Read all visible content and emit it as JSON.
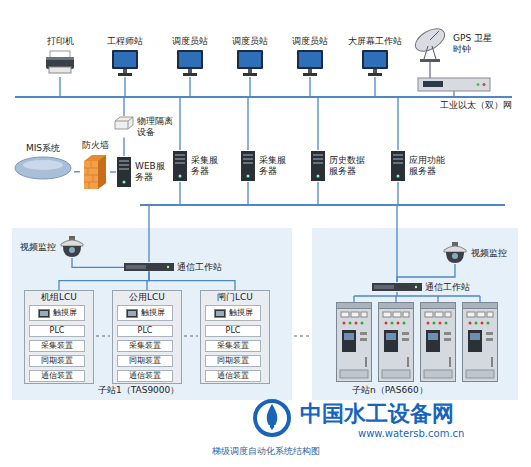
{
  "diagram": {
    "caption": "梯级调度自动化系统结构图",
    "nodes": [
      {
        "text": [
          "打印机"
        ]
      },
      {
        "text": [
          "工程师站"
        ]
      },
      {
        "text": [
          "调度员站"
        ]
      },
      {
        "text": [
          "调度员站"
        ]
      },
      {
        "text": [
          "调度员站"
        ]
      },
      {
        "text": [
          "大屏幕工作站"
        ]
      },
      {
        "text": [
          "GPS 卫星时钟"
        ]
      },
      {
        "text": [
          "MIS系统"
        ]
      },
      {
        "text": [
          "防火墙"
        ]
      },
      {
        "text": [
          "物理隔离设备"
        ]
      },
      {
        "text": [
          "WEB服务器"
        ]
      },
      {
        "text": [
          "采集服务器"
        ]
      },
      {
        "text": [
          "采集服务器"
        ]
      },
      {
        "text": [
          "历史数据服务器"
        ]
      },
      {
        "text": [
          "应用功能服务器"
        ]
      },
      {
        "text": [
          "子站1（TAS9000）"
        ]
      },
      {
        "text": [
          "视频监控"
        ],
        "in": 15
      },
      {
        "text": [
          "通信工作站"
        ],
        "in": 15
      },
      {
        "text": [
          "机组LCU"
        ],
        "in": 15
      },
      {
        "text": [
          "触摸屏"
        ],
        "in": 18
      },
      {
        "text": [
          "PLC"
        ],
        "in": 18
      },
      {
        "text": [
          "采集装置"
        ],
        "in": 18
      },
      {
        "text": [
          "同期装置"
        ],
        "in": 18
      },
      {
        "text": [
          "通信装置"
        ],
        "in": 18
      },
      {
        "text": [
          "公用LCU"
        ],
        "in": 15
      },
      {
        "text": [
          "触摸屏"
        ],
        "in": 24
      },
      {
        "text": [
          "PLC"
        ],
        "in": 24
      },
      {
        "text": [
          "采集装置"
        ],
        "in": 24
      },
      {
        "text": [
          "同期装置"
        ],
        "in": 24
      },
      {
        "text": [
          "通信装置"
        ],
        "in": 24
      },
      {
        "text": [
          "闸门LCU"
        ],
        "in": 15
      },
      {
        "text": [
          "触摸屏"
        ],
        "in": 30
      },
      {
        "text": [
          "PLC"
        ],
        "in": 30
      },
      {
        "text": [
          "采集装置"
        ],
        "in": 30
      },
      {
        "text": [
          "同期装置"
        ],
        "in": 30
      },
      {
        "text": [
          "通信装置"
        ],
        "in": 30
      },
      {
        "text": [
          "子站n（PAS660）"
        ]
      },
      {
        "text": [
          "视频监控"
        ],
        "in": 36
      },
      {
        "text": [
          "通信工作站"
        ],
        "in": 36
      }
    ],
    "edges": [
      {
        "from": 7,
        "to": 8,
        "arrow": "none"
      },
      {
        "from": 8,
        "to": 10,
        "arrow": "none"
      },
      {
        "from": 9,
        "to": 10,
        "arrow": "none"
      },
      {
        "from": 16,
        "to": 17,
        "arrow": "none"
      },
      {
        "from": 17,
        "to": 18,
        "arrow": "none"
      },
      {
        "from": 17,
        "to": 24,
        "arrow": "none"
      },
      {
        "from": 17,
        "to": 30,
        "arrow": "none"
      },
      {
        "from": 37,
        "to": 38,
        "arrow": "none"
      }
    ],
    "labels": [
      "工业以太（双）网",
      "中国水工设备网",
      "www.watersb.com.cn"
    ]
  }
}
